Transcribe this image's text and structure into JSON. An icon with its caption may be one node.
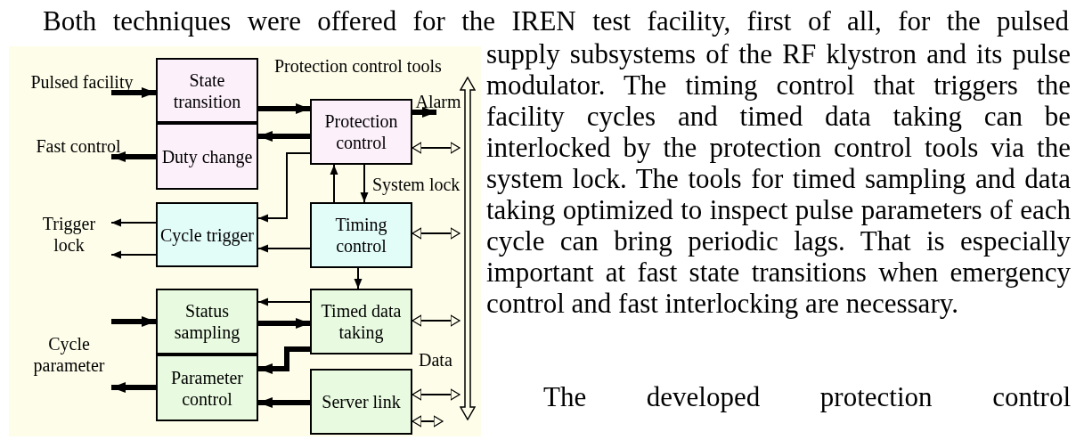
{
  "diagram": {
    "nodes": [
      {
        "text": [
          "Protection control tools"
        ]
      },
      {
        "text": [
          "State transition"
        ],
        "in": 0
      },
      {
        "text": [
          "Duty change"
        ],
        "in": 0
      },
      {
        "text": [
          "Protection control"
        ],
        "in": 0
      },
      {
        "text": [
          "Cycle trigger"
        ],
        "in": 0
      },
      {
        "text": [
          "Timing control"
        ],
        "in": 0
      },
      {
        "text": [
          "Status sampling"
        ],
        "in": 0
      },
      {
        "text": [
          "Timed data taking"
        ],
        "in": 0
      },
      {
        "text": [
          "Parameter control"
        ],
        "in": 0
      },
      {
        "text": [
          "Server link"
        ],
        "in": 0
      },
      {
        "text": [],
        "shape": "bar",
        "beside": [
          "Data"
        ],
        "in": 0
      },
      {
        "text": [
          "Pulsed facility"
        ],
        "in": 0
      },
      {
        "text": [
          "Fast control"
        ],
        "in": 0
      },
      {
        "text": [
          "Trigger lock"
        ],
        "in": 0
      },
      {
        "text": [
          "Cycle parameter"
        ],
        "in": 0
      },
      {
        "text": [
          "Alarm"
        ],
        "in": 0
      }
    ],
    "edges": [
      {
        "from": 11,
        "to": 1,
        "arrow": "to",
        "style": "thick"
      },
      {
        "from": 1,
        "to": 3,
        "arrow": "to",
        "style": "thick"
      },
      {
        "from": 3,
        "to": 2,
        "arrow": "to",
        "style": "thick"
      },
      {
        "from": 2,
        "to": 12,
        "arrow": "to",
        "style": "thick"
      },
      {
        "from": 3,
        "to": 4,
        "arrow": "to"
      },
      {
        "from": 5,
        "to": 3,
        "arrow": "to"
      },
      {
        "from": 3,
        "to": 5,
        "arrow": "to",
        "label": "System lock"
      },
      {
        "from": 4,
        "to": 13,
        "arrow": "to"
      },
      {
        "from": 4,
        "to": 13,
        "arrow": "to"
      },
      {
        "from": 5,
        "to": 4,
        "arrow": "to"
      },
      {
        "from": 5,
        "to": 7,
        "arrow": "to"
      },
      {
        "from": 7,
        "to": 6,
        "arrow": "to"
      },
      {
        "from": 6,
        "to": 7,
        "arrow": "to",
        "style": "thick"
      },
      {
        "from": 7,
        "to": 8,
        "arrow": "to",
        "style": "thick"
      },
      {
        "from": 9,
        "to": 8,
        "arrow": "to",
        "style": "thick"
      },
      {
        "from": 14,
        "to": 6,
        "arrow": "to",
        "style": "thick"
      },
      {
        "from": 8,
        "to": 14,
        "arrow": "to",
        "style": "thick"
      },
      {
        "from": 3,
        "to": 15,
        "arrow": "to",
        "style": "thick"
      },
      {
        "from": 3,
        "to": 10,
        "arrow": "both"
      },
      {
        "from": 5,
        "to": 10,
        "arrow": "both"
      },
      {
        "from": 7,
        "to": 10,
        "arrow": "both"
      },
      {
        "from": 9,
        "to": 10,
        "arrow": "both"
      },
      {
        "from": 9,
        "to": null,
        "arrow": "both"
      }
    ],
    "labels": [
      "Both techniques were offered for the IREN test facility, first of all, for the pulsed",
      "supply subsystems of the RF klystron and its pulse modulator. The timing control that triggers the facility cycles and timed data taking can be interlocked by the protection control tools via the system lock. The tools for timed sampling and data taking optimized to inspect pulse parameters of each cycle can bring periodic lags. That is especially important at fast state transitions when emergency control and fast interlocking are necessary.",
      "The developed protection control"
    ]
  }
}
